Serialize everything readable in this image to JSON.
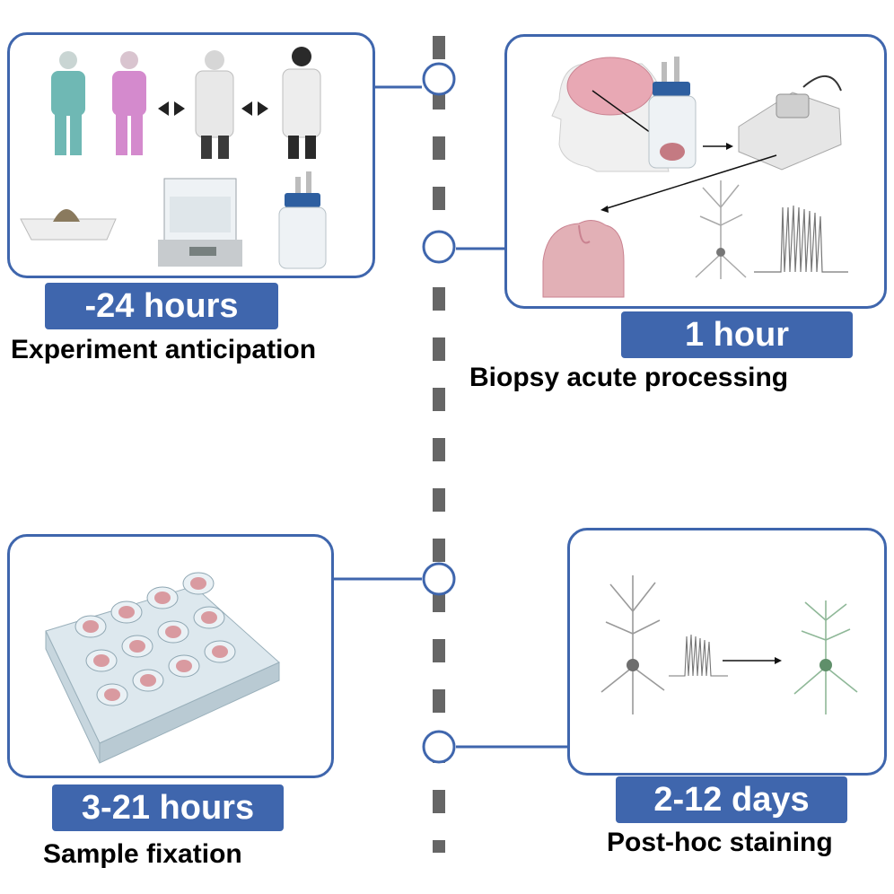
{
  "stages": [
    {
      "time": "-24 hours",
      "label": "Experiment anticipation"
    },
    {
      "time": "1 hour",
      "label": "Biopsy acute processing"
    },
    {
      "time": "3-21 hours",
      "label": "Sample fixation"
    },
    {
      "time": "2-12 days",
      "label": "Post-hoc staining"
    }
  ],
  "colors": {
    "accent": "#3f66ad",
    "timeline": "#666666",
    "neuron_grey": "#9a9a9a",
    "neuron_green": "#8fb898",
    "tissue": "#d99aa0"
  }
}
